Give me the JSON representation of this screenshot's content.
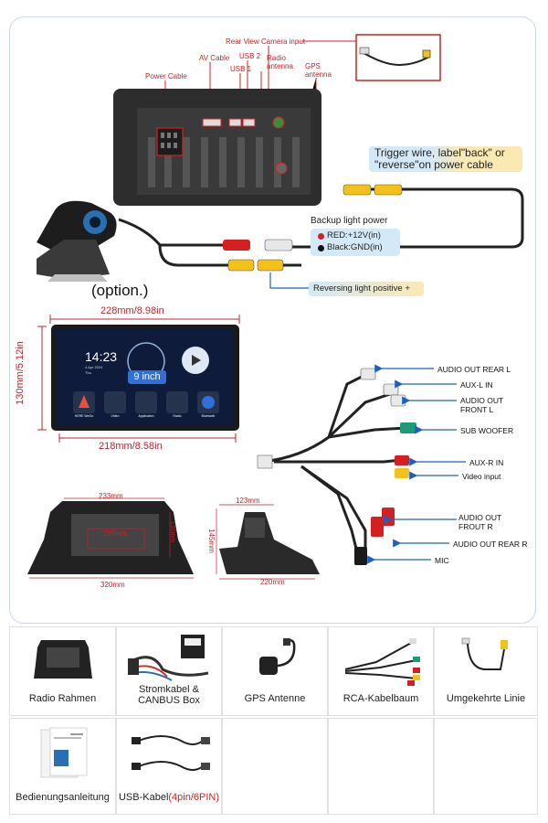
{
  "top": {
    "labels": {
      "rear_view": "Rear View Camera input",
      "av_cable": "AV Cable",
      "usb2": "USB 2",
      "usb1": "USB 1",
      "radio_antenna_1": "Radio",
      "radio_antenna_2": "antenna",
      "gps_antenna_1": "GPS",
      "gps_antenna_2": "antenna",
      "power_cable": "Power Cable"
    },
    "trigger_note_line1": "Trigger wire, label\"back\" or",
    "trigger_note_line2": "\"reverse\"on power cable",
    "backup_title": "Backup light power",
    "backup_red": "RED:+12V(in)",
    "backup_black": "Black:GND(in)",
    "reversing_note": "Reversing light positive +",
    "option_text": "(option.)"
  },
  "screen": {
    "width_mm": "228mm/8.98in",
    "height_mm": "130mm/5.12in",
    "bottom_mm": "218mm/8.58in",
    "time": "14:23",
    "date": "4 Apr 2024",
    "day": "Thu",
    "size_badge": "9 inch",
    "apps": [
      "HERE WeGo",
      "Video",
      "Application",
      "Radio",
      "Bluetooth"
    ]
  },
  "rca": {
    "labels": [
      "AUDIO OUT REAR L",
      "AUX-L IN",
      "AUDIO OUT",
      "FRONT L",
      "SUB WOOFER",
      "AUX-R IN",
      "Video input",
      "AUDIO OUT",
      "FROUT R",
      "AUDIO OUT REAR R",
      "MIC"
    ]
  },
  "frame": {
    "top": "233mm",
    "inner": "255mm",
    "side": "130mm",
    "bottom": "320mm",
    "depth_top": "123mm",
    "depth_side": "145mm",
    "depth_bottom": "220mm"
  },
  "accessories": {
    "radio_rahmen": "Radio Rahmen",
    "stromkabel_1": "Stromkabel &",
    "stromkabel_2": "CANBUS Box",
    "gps": "GPS Antenne",
    "rca": "RCA-Kabelbaum",
    "umgekehrte": "Umgekehrte Linie",
    "anleitung": "Bedienungsanleitung",
    "usb_kabel_prefix": "USB-Kabel",
    "usb_kabel_red": "(4pin/6PIN)"
  },
  "colors": {
    "accent_red": "#d42020",
    "note_bg": "#fbe9b4",
    "blue_box": "#d4e9f7",
    "arrow_blue": "#1f5fbf"
  }
}
